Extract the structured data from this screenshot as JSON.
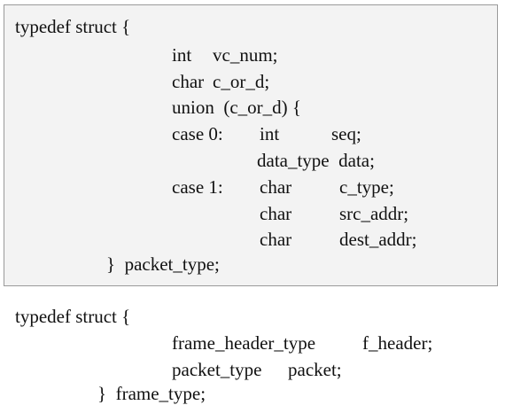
{
  "packet_struct": {
    "l1": "typedef struct {",
    "f1_type": "int",
    "f1_name": "vc_num;",
    "f2_type": "char",
    "f2_name": "c_or_d;",
    "union_open": "union  (c_or_d) {",
    "case0_label": "case 0:",
    "case0_a_type": "int",
    "case0_a_name": "seq;",
    "case0_b": "data_type  data;",
    "case1_label": "case 1:",
    "case1_a_type": "char",
    "case1_a_name": "c_type;",
    "case1_b_type": "char",
    "case1_b_name": "src_addr;",
    "case1_c_type": "char",
    "case1_c_name": "dest_addr;",
    "close": "}  packet_type;"
  },
  "frame_struct": {
    "l1": "typedef struct {",
    "f1_type": "frame_header_type",
    "f1_name": "f_header;",
    "f2_type": "packet_type",
    "f2_name": "packet;",
    "close": "}  frame_type;"
  }
}
